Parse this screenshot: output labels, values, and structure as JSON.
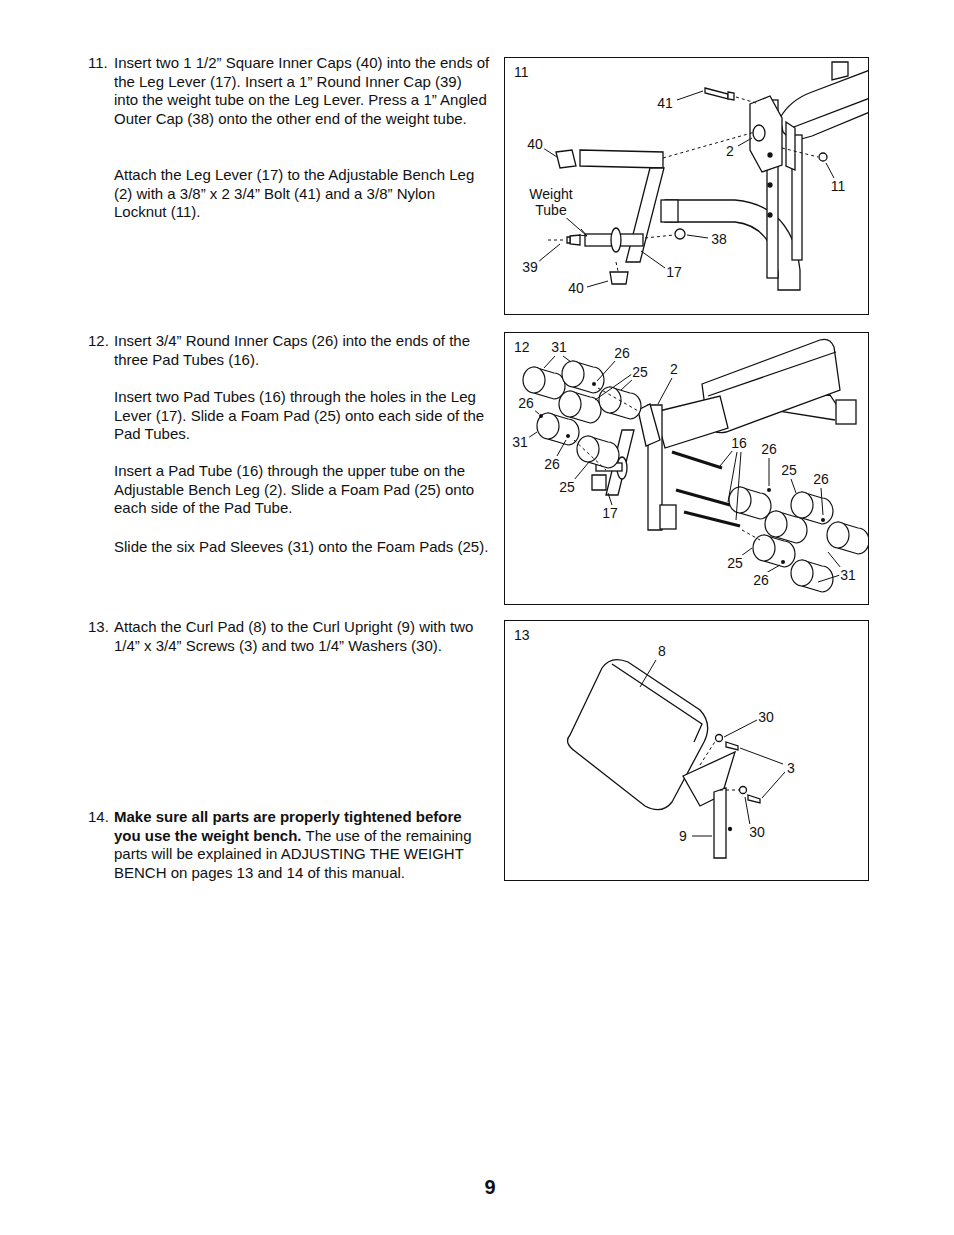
{
  "diagram": {
    "nodes": [
      {
        "text": [
          "11"
        ]
      },
      {
        "text": [
          "12"
        ]
      },
      {
        "text": [
          "13"
        ]
      }
    ],
    "labels": [
      "11.",
      "Insert two 1 1/2” Square Inner Caps (40) into the ends of the Leg Lever (17). Insert a 1” Round Inner Cap (39) into the weight tube on the Leg Lever. Press a 1” Angled Outer Cap (38) onto the other end of the weight tube.",
      "Attach the Leg Lever (17) to the Adjustable Bench Leg (2) with a 3/8” x 2 3/4” Bolt (41) and a 3/8” Nylon Locknut (11).",
      "12.",
      "Insert 3/4” Round Inner Caps (26) into the ends of the three Pad Tubes (16).",
      "Insert two Pad Tubes (16) through the holes in the Leg Lever (17). Slide a Foam Pad (25) onto each side of the Pad Tubes.",
      "Insert a Pad Tube (16) through the upper tube on the Adjustable Bench Leg (2). Slide a Foam Pad (25) onto each side of the Pad Tube.",
      "Slide the six Pad Sleeves (31) onto the Foam Pads (25).",
      "13.",
      "Attach the Curl Pad (8) to the Curl Upright (9) with two 1/4” x 3/4” Screws (3) and two 1/4” Washers (30).",
      "14.",
      "Make sure all parts are properly tightened before you use the weight bench.",
      "The use of the remaining parts will be explained in ADJUSTING THE WEIGHT BENCH on pages 13 and 14 of this manual.",
      "9",
      "41",
      "40",
      "2",
      "11",
      "Weight Tube",
      "38",
      "39",
      "17",
      "40",
      "31",
      "26",
      "25",
      "2",
      "26",
      "31",
      "26",
      "25",
      "16",
      "26",
      "25",
      "26",
      "17",
      "25",
      "26",
      "31",
      "8",
      "30",
      "3",
      "9",
      "30"
    ]
  }
}
